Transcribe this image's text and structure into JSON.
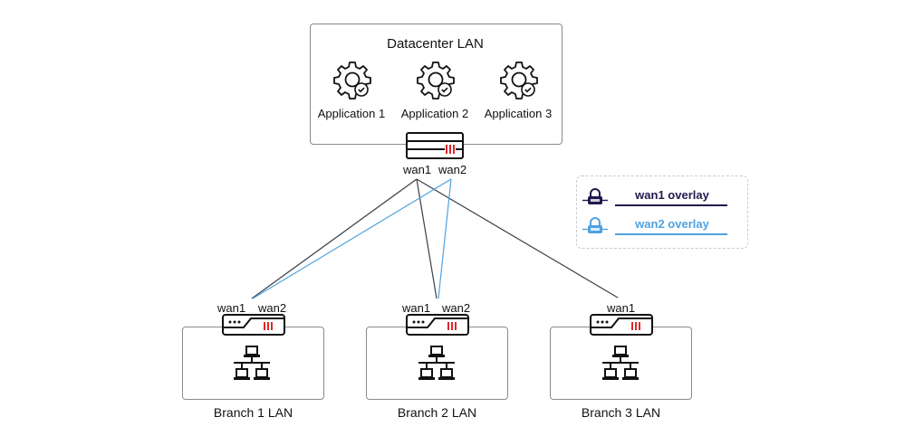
{
  "datacenter": {
    "title": "Datacenter LAN",
    "applications": [
      {
        "label": "Application 1",
        "icon": "gear-check-icon"
      },
      {
        "label": "Application 2",
        "icon": "gear-check-icon"
      },
      {
        "label": "Application 3",
        "icon": "gear-check-icon"
      }
    ],
    "firewall": {
      "icon": "firewall-icon",
      "ports": [
        "wan1",
        "wan2"
      ]
    }
  },
  "branches": [
    {
      "title": "Branch 1 LAN",
      "ports": [
        "wan1",
        "wan2"
      ],
      "icon": "network-icon"
    },
    {
      "title": "Branch 2 LAN",
      "ports": [
        "wan1",
        "wan2"
      ],
      "icon": "network-icon"
    },
    {
      "title": "Branch 3 LAN",
      "ports": [
        "wan1"
      ],
      "icon": "network-icon"
    }
  ],
  "links": [
    {
      "from": "datacenter.wan1",
      "to": "branch1.wan1",
      "overlay": "wan1"
    },
    {
      "from": "datacenter.wan1",
      "to": "branch2.wan1",
      "overlay": "wan1"
    },
    {
      "from": "datacenter.wan1",
      "to": "branch3.wan1",
      "overlay": "wan1"
    },
    {
      "from": "datacenter.wan2",
      "to": "branch1.wan2",
      "overlay": "wan2"
    },
    {
      "from": "datacenter.wan2",
      "to": "branch2.wan2",
      "overlay": "wan2"
    }
  ],
  "legend": {
    "items": [
      {
        "label": "wan1 overlay",
        "color": "#1f1a4d",
        "icon": "ipsec-lock-icon"
      },
      {
        "label": "wan2 overlay",
        "color": "#4fa3df",
        "icon": "ipsec-lock-icon"
      }
    ]
  },
  "colors": {
    "wan1_line": "#3a3f47",
    "wan2_line": "#4fa3df",
    "firewall_accent": "#e0262b",
    "border": "#8a8a8a"
  }
}
